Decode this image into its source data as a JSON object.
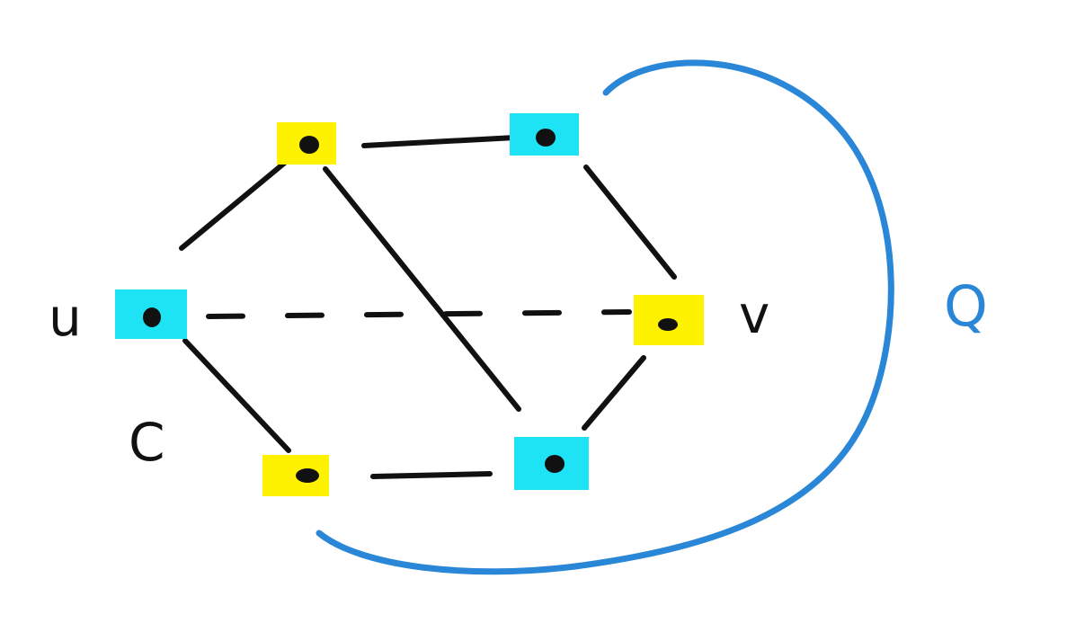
{
  "colors": {
    "vertex_yellow": "#fff200",
    "vertex_cyan": "#1ee3f5",
    "edge": "#111111",
    "curve": "#2a86d6"
  },
  "labels": {
    "u": "u",
    "v": "v",
    "c": "C",
    "q": "Q"
  },
  "vertices": [
    {
      "id": "top-left",
      "color": "yellow"
    },
    {
      "id": "top-right",
      "color": "cyan"
    },
    {
      "id": "u-vertex",
      "color": "cyan"
    },
    {
      "id": "v-vertex",
      "color": "yellow"
    },
    {
      "id": "bottom-left",
      "color": "yellow"
    },
    {
      "id": "bottom-right",
      "color": "cyan"
    }
  ],
  "edges": [
    {
      "from": "top-left",
      "to": "top-right",
      "style": "solid"
    },
    {
      "from": "top-left",
      "to": "u-vertex",
      "style": "solid"
    },
    {
      "from": "top-left",
      "to": "bottom-right",
      "style": "solid"
    },
    {
      "from": "top-right",
      "to": "v-vertex",
      "style": "solid"
    },
    {
      "from": "u-vertex",
      "to": "bottom-left",
      "style": "solid"
    },
    {
      "from": "v-vertex",
      "to": "bottom-right",
      "style": "solid"
    },
    {
      "from": "bottom-left",
      "to": "bottom-right",
      "style": "solid"
    },
    {
      "from": "u-vertex",
      "to": "v-vertex",
      "style": "dashed"
    }
  ]
}
